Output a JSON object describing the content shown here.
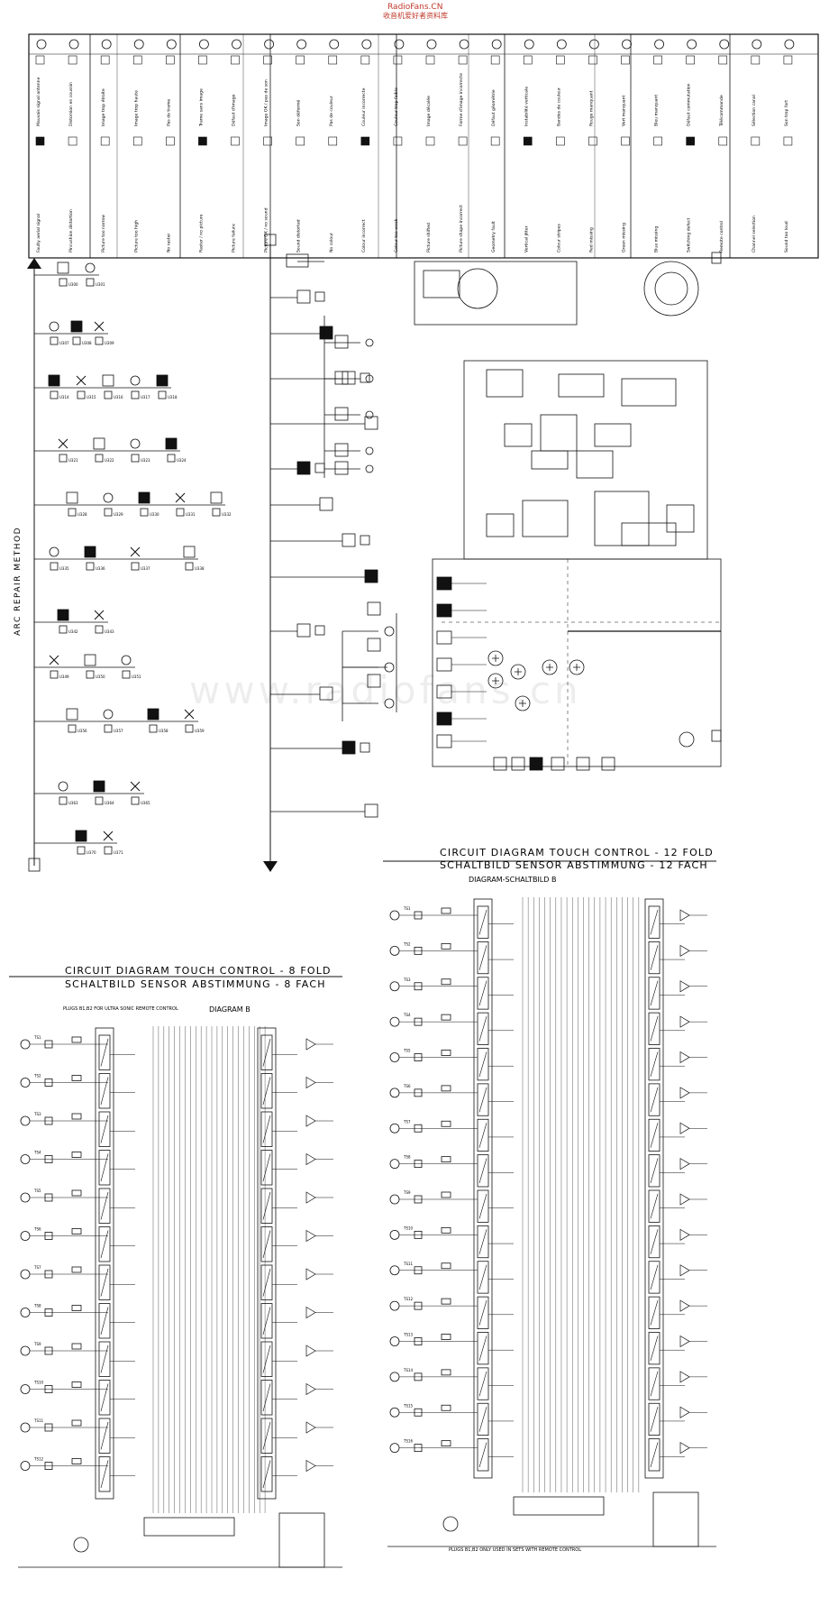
{
  "header": {
    "site_title": "RadioFans.CN",
    "site_subtitle": "收音机爱好者资料库"
  },
  "arc": {
    "title": "ARC REPAIR METHOD"
  },
  "legend": {
    "rows": [
      {
        "en": "Faulty aerial signal",
        "fr": "Mauvais signal antenne"
      },
      {
        "en": "Pincushion distortion",
        "fr": "Distorsion en coussin"
      },
      {
        "en": "Picture too narrow",
        "fr": "Image trop étroite"
      },
      {
        "en": "Picture too high",
        "fr": "Image trop haute"
      },
      {
        "en": "No raster",
        "fr": "Pas de trame"
      },
      {
        "en": "Raster / no picture",
        "fr": "Trame sans image"
      },
      {
        "en": "Picture failure",
        "fr": "Défaut d'image"
      },
      {
        "en": "Picture OK / no sound",
        "fr": "Image OK / pas de son"
      },
      {
        "en": "Sound distorted",
        "fr": "Son déformé"
      },
      {
        "en": "No colour",
        "fr": "Pas de couleur"
      },
      {
        "en": "Colour incorrect",
        "fr": "Couleur incorrecte"
      },
      {
        "en": "Colour too weak",
        "fr": "Couleur trop faible"
      },
      {
        "en": "Picture shifted",
        "fr": "Image décalée"
      },
      {
        "en": "Picture shape incorrect",
        "fr": "Forme d'image incorrecte"
      },
      {
        "en": "Geometry fault",
        "fr": "Défaut géométrie"
      },
      {
        "en": "Vertical jitter",
        "fr": "Instabilité verticale"
      },
      {
        "en": "Colour stripes",
        "fr": "Bandes de couleur"
      },
      {
        "en": "Red missing",
        "fr": "Rouge manquant"
      },
      {
        "en": "Green missing",
        "fr": "Vert manquant"
      },
      {
        "en": "Blue missing",
        "fr": "Bleu manquant"
      },
      {
        "en": "Switching defect",
        "fr": "Défaut commutation"
      },
      {
        "en": "Remote control",
        "fr": "Télécommande"
      },
      {
        "en": "Channel selection",
        "fr": "Sélection canal"
      },
      {
        "en": "Sound too loud",
        "fr": "Son trop fort"
      }
    ]
  },
  "diagram8": {
    "title_en": "CIRCUIT DIAGRAM TOUCH CONTROL - 8 FOLD",
    "title_de": "SCHALTBILD SENSOR ABSTIMMUNG - 8 FACH",
    "sub": "DIAGRAM B",
    "note": "PLUGS B1,B2 FOR ULTRA SONIC REMOTE CONTROL"
  },
  "diagram12": {
    "title_en": "CIRCUIT DIAGRAM TOUCH CONTROL - 12 FOLD",
    "title_de": "SCHALTBILD SENSOR ABSTIMMUNG - 12 FACH",
    "sub": "DIAGRAM-SCHALTBILD B",
    "note": "PLUGS B1,B2 ONLY USED IN SETS WITH REMOTE CONTROL"
  },
  "watermark": "www.radiofans.cn"
}
